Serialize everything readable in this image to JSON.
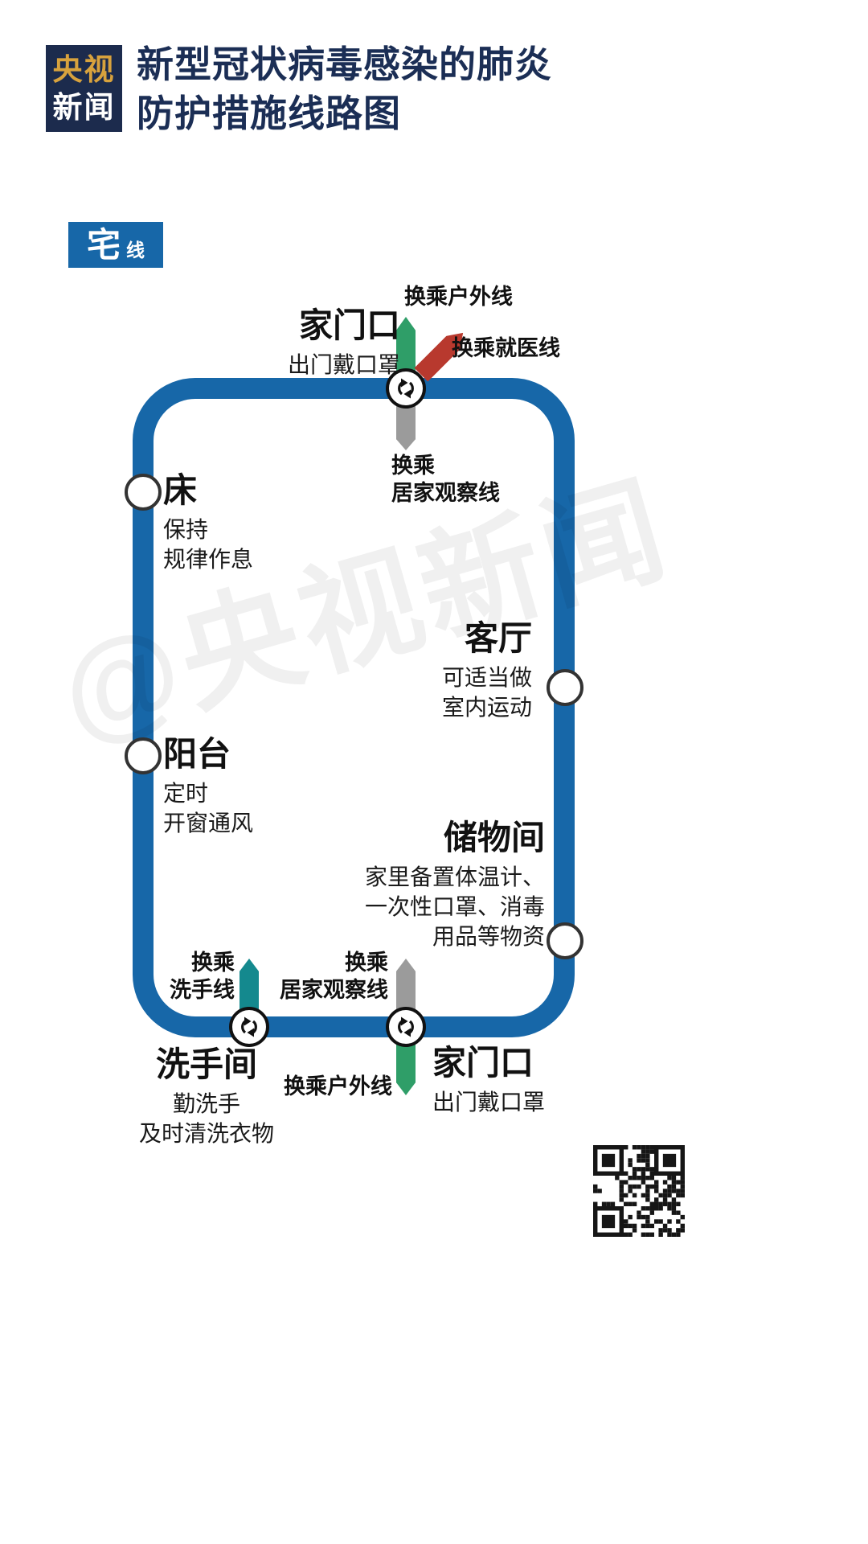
{
  "header": {
    "logo_line1": "央视",
    "logo_line2": "新闻",
    "title_line1": "新型冠状病毒感染的肺炎",
    "title_line2": "防护措施线路图"
  },
  "line_badge": {
    "main": "宅",
    "suffix": "线"
  },
  "watermark": "@央视新闻",
  "stations": {
    "home_top": {
      "name": "家门口",
      "desc": "出门戴口罩"
    },
    "bed": {
      "name": "床",
      "desc_lines": [
        "保持",
        "规律作息"
      ]
    },
    "living_room": {
      "name": "客厅",
      "desc_lines": [
        "可适当做",
        "室内运动"
      ]
    },
    "balcony": {
      "name": "阳台",
      "desc_lines": [
        "定时",
        "开窗通风"
      ]
    },
    "storage": {
      "name": "储物间",
      "desc_lines": [
        "家里备置体温计、",
        "一次性口罩、消毒",
        "用品等物资"
      ]
    },
    "bathroom": {
      "name": "洗手间",
      "desc_lines": [
        "勤洗手",
        "及时清洗衣物"
      ]
    },
    "home_bottom": {
      "name": "家门口",
      "desc": "出门戴口罩"
    }
  },
  "transfers": {
    "outdoor_top": "换乘户外线",
    "medical": "换乘就医线",
    "observation_top_lines": [
      "换乘",
      "居家观察线"
    ],
    "handwash_lines": [
      "换乘",
      "洗手线"
    ],
    "observation_bottom_lines": [
      "换乘",
      "居家观察线"
    ],
    "outdoor_bottom": "换乘户外线"
  },
  "colors": {
    "navy": "#1b2e55",
    "line_blue": "#1767a8",
    "logo_bg": "#1c2b4d",
    "logo_gold": "#d8a23d",
    "green": "#2f9e68",
    "red": "#b8392e",
    "gray": "#9b9b9b",
    "teal": "#14898e"
  }
}
